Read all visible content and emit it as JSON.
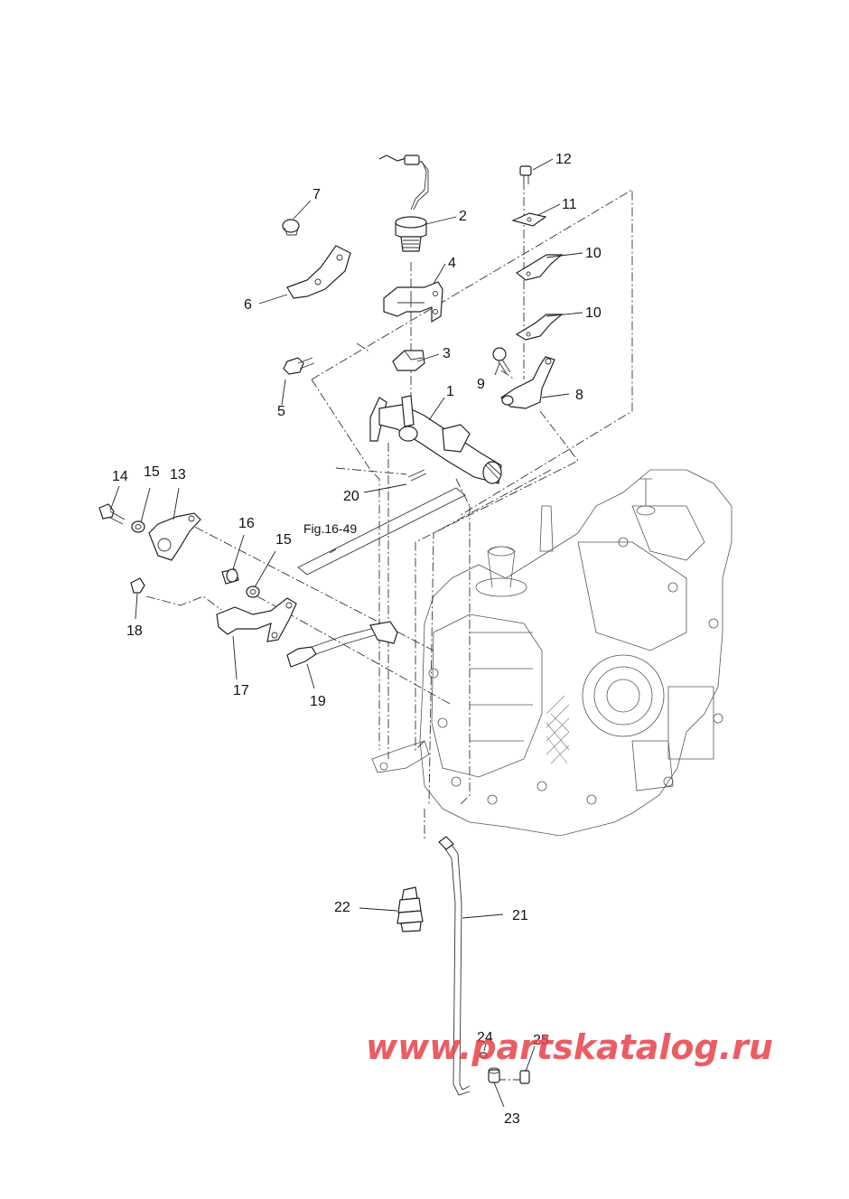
{
  "callouts": {
    "n1": "1",
    "n2": "2",
    "n3": "3",
    "n4": "4",
    "n5": "5",
    "n6": "6",
    "n7": "7",
    "n8": "8",
    "n9": "9",
    "n10a": "10",
    "n10b": "10",
    "n11": "11",
    "n12": "12",
    "n13": "13",
    "n14": "14",
    "n15a": "15",
    "n15b": "15",
    "n16": "16",
    "n17": "17",
    "n18": "18",
    "n19": "19",
    "n20": "20",
    "n21": "21",
    "n22": "22",
    "n23": "23",
    "n24": "24",
    "n25": "25"
  },
  "figure_reference": "Fig.16-49",
  "watermark": "www.partskatalog.ru"
}
